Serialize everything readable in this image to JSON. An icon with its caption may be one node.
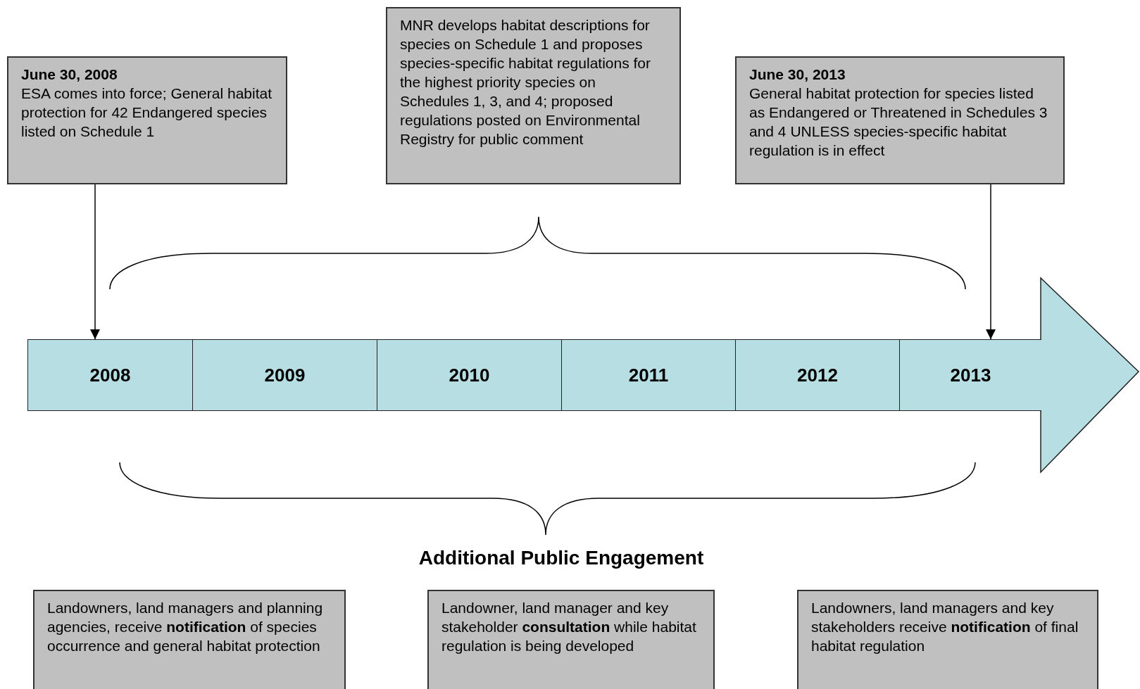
{
  "diagram": {
    "nodes": [
      {
        "text": [
          "June 30, 2008",
          "ESA comes into force; General habitat protection for 42 Endangered species listed on Schedule 1"
        ]
      },
      {
        "text": [
          "MNR develops habitat descriptions for species on Schedule 1 and proposes species-specific habitat regulations for the highest priority species on Schedules 1, 3, and 4; proposed regulations posted on Environmental Registry for public comment"
        ]
      },
      {
        "text": [
          "June 30, 2013",
          "General habitat protection for species listed as Endangered or Threatened in Schedules 3 and 4 UNLESS species-specific habitat regulation is in effect"
        ]
      },
      {
        "text": [
          "2008"
        ]
      },
      {
        "text": [
          "2009"
        ]
      },
      {
        "text": [
          "2010"
        ]
      },
      {
        "text": [
          "2011"
        ]
      },
      {
        "text": [
          "2012"
        ]
      },
      {
        "text": [
          "2013"
        ]
      },
      {
        "text": [
          "Landowners, land managers and planning agencies, receive **notification** of species occurrence and general habitat protection"
        ]
      },
      {
        "text": [
          "Landowner, land manager and key stakeholder **consultation** while habitat regulation is being developed"
        ]
      },
      {
        "text": [
          "Landowners, land managers and key stakeholders receive **notification** of final habitat regulation"
        ]
      }
    ],
    "edges": [
      {
        "from": 0,
        "to": 3,
        "arrow": "to"
      },
      {
        "from": 2,
        "to": 8,
        "arrow": "to"
      }
    ],
    "labels": [
      "Additional Public Engagement"
    ]
  }
}
